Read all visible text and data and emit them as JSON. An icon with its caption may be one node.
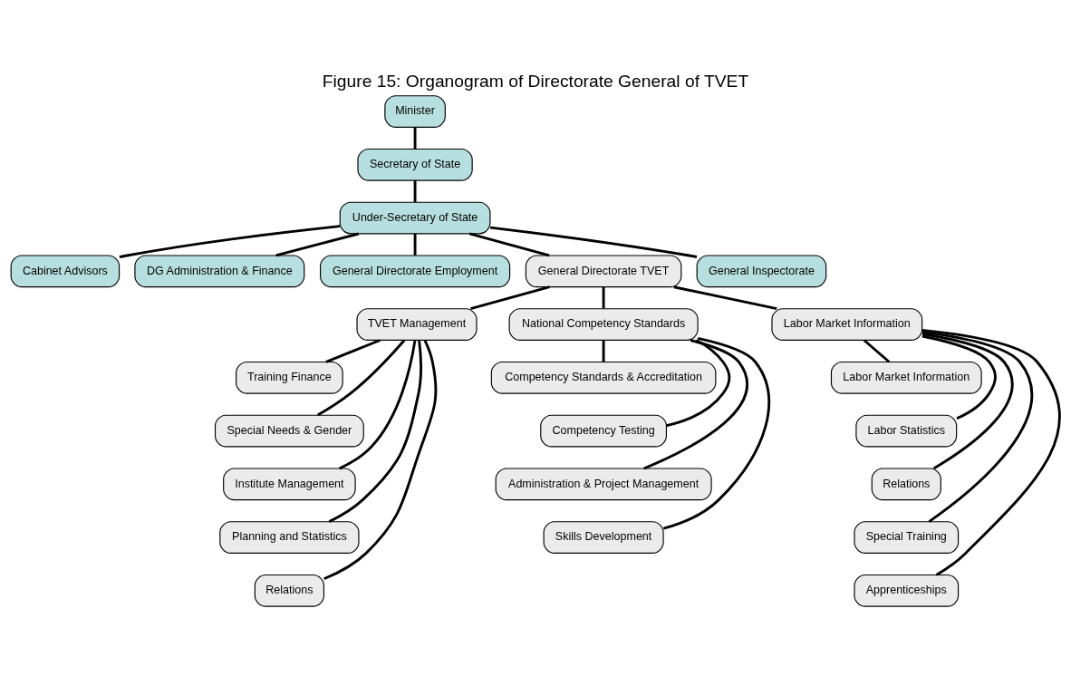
{
  "diagram": {
    "title": "Figure 15: Organogram of Directorate General of TVET",
    "nodes": [
      {
        "text": [
          "Minister"
        ]
      },
      {
        "text": [
          "Secretary of State"
        ]
      },
      {
        "text": [
          "Under-Secretary of State"
        ]
      },
      {
        "text": [
          "Cabinet Advisors"
        ]
      },
      {
        "text": [
          "DG Administration & Finance"
        ]
      },
      {
        "text": [
          "General Directorate Employment"
        ]
      },
      {
        "text": [
          "General Directorate TVET"
        ]
      },
      {
        "text": [
          "General Inspectorate"
        ]
      },
      {
        "text": [
          "TVET Management"
        ]
      },
      {
        "text": [
          "National Competency Standards"
        ]
      },
      {
        "text": [
          "Labor Market Information"
        ]
      },
      {
        "text": [
          "Training Finance"
        ]
      },
      {
        "text": [
          "Special Needs & Gender"
        ]
      },
      {
        "text": [
          "Institute Management"
        ]
      },
      {
        "text": [
          "Planning and Statistics"
        ]
      },
      {
        "text": [
          "Relations"
        ]
      },
      {
        "text": [
          "Competency Standards & Accreditation"
        ]
      },
      {
        "text": [
          "Competency Testing"
        ]
      },
      {
        "text": [
          "Administration & Project Management"
        ]
      },
      {
        "text": [
          "Skills Development"
        ]
      },
      {
        "text": [
          "Labor Market Information"
        ]
      },
      {
        "text": [
          "Labor Statistics"
        ]
      },
      {
        "text": [
          "Relations"
        ]
      },
      {
        "text": [
          "Special Training"
        ]
      },
      {
        "text": [
          "Apprenticeships"
        ]
      }
    ],
    "edges": [
      {
        "from": 0,
        "to": 1,
        "arrow": "none"
      },
      {
        "from": 1,
        "to": 2,
        "arrow": "none"
      },
      {
        "from": 2,
        "to": 3,
        "arrow": "none"
      },
      {
        "from": 2,
        "to": 4,
        "arrow": "none"
      },
      {
        "from": 2,
        "to": 5,
        "arrow": "none"
      },
      {
        "from": 2,
        "to": 6,
        "arrow": "none"
      },
      {
        "from": 2,
        "to": 7,
        "arrow": "none"
      },
      {
        "from": 6,
        "to": 8,
        "arrow": "none"
      },
      {
        "from": 6,
        "to": 9,
        "arrow": "none"
      },
      {
        "from": 6,
        "to": 10,
        "arrow": "none"
      },
      {
        "from": 8,
        "to": 11,
        "arrow": "none"
      },
      {
        "from": 8,
        "to": 12,
        "arrow": "none"
      },
      {
        "from": 8,
        "to": 13,
        "arrow": "none"
      },
      {
        "from": 8,
        "to": 14,
        "arrow": "none"
      },
      {
        "from": 8,
        "to": 15,
        "arrow": "none"
      },
      {
        "from": 9,
        "to": 16,
        "arrow": "none"
      },
      {
        "from": 9,
        "to": 17,
        "arrow": "none"
      },
      {
        "from": 9,
        "to": 18,
        "arrow": "none"
      },
      {
        "from": 9,
        "to": 19,
        "arrow": "none"
      },
      {
        "from": 10,
        "to": 20,
        "arrow": "none"
      },
      {
        "from": 10,
        "to": 21,
        "arrow": "none"
      },
      {
        "from": 10,
        "to": 22,
        "arrow": "none"
      },
      {
        "from": 10,
        "to": 23,
        "arrow": "none"
      },
      {
        "from": 10,
        "to": 24,
        "arrow": "none"
      }
    ]
  }
}
